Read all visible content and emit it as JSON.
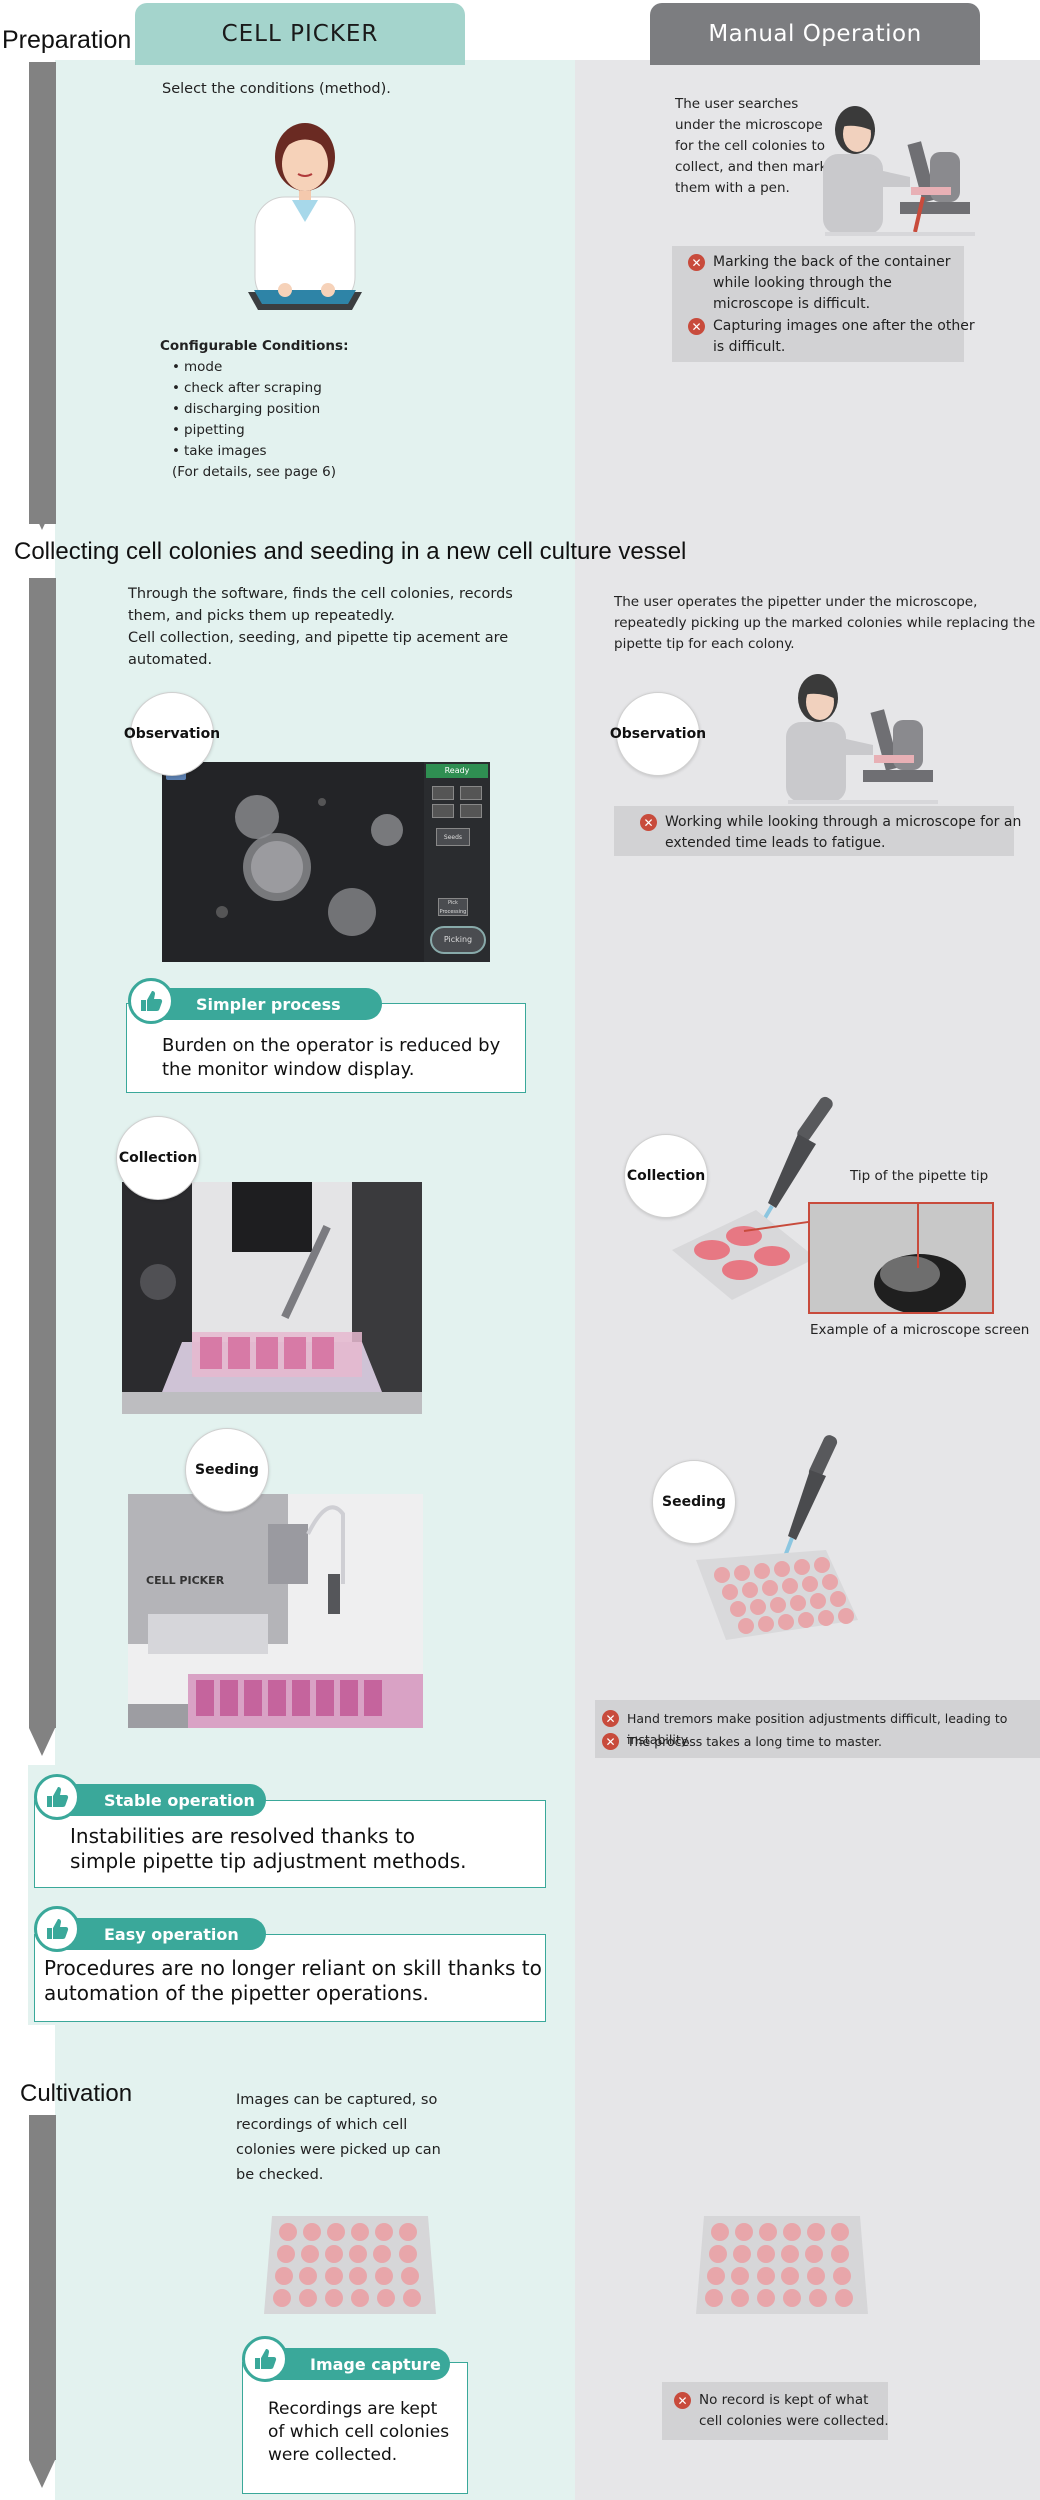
{
  "headers": {
    "left": "CELL PICKER",
    "right": "Manual Operation"
  },
  "sections": {
    "preparation": "Preparation",
    "collecting": "Collecting cell colonies and seeding in a new cell culture vessel",
    "cultivation": "Cultivation"
  },
  "preparation": {
    "select_text": "Select the conditions (method).",
    "conditions_title": "Configurable Conditions:",
    "conditions": [
      "mode",
      "check after scraping",
      "discharging position",
      "pipetting",
      "take images"
    ],
    "details_note": "(For details, see page 6)",
    "manual_text": [
      "The user searches",
      "under the microscope",
      "for the cell colonies to",
      "collect, and then marks",
      "them with a pen."
    ],
    "issues": [
      [
        "Marking the back of the container",
        "while looking through the",
        "microscope is difficult."
      ],
      [
        "Capturing images one after the other",
        "is difficult."
      ]
    ]
  },
  "collecting": {
    "intro": [
      "Through the software, finds the cell colonies, records",
      "them, and picks them up repeatedly.",
      "Cell collection, seeding, and pipette tip acement are",
      "automated."
    ],
    "manual_intro": [
      "The user operates the pipetter under the microscope,",
      "repeatedly picking up the marked colonies while replacing the",
      "pipette tip for each colony."
    ],
    "observation_label": "Observation",
    "collection_label": "Collection",
    "seeding_label": "Seeding",
    "screen": {
      "status": "Ready",
      "btn_mid": "Seeds",
      "btn_low": "Pick Processing",
      "btn_pick": "Picking"
    },
    "manual_observation_issue": [
      "Working while looking through a microscope for an",
      "extended time leads to fatigue."
    ],
    "tip_label": "Tip of the pipette tip",
    "screen_caption": "Example of a microscope screen",
    "machine_label": "CELL PICKER",
    "seeding_issues": [
      "Hand tremors make position adjustments difficult, leading to instability.",
      "The process takes a long time to master."
    ]
  },
  "benefits": {
    "simpler": {
      "tag": "Simpler process",
      "text": [
        "Burden on the operator is reduced by",
        "the monitor window display."
      ]
    },
    "stable": {
      "tag": "Stable operation",
      "text": [
        "Instabilities are resolved thanks to",
        "simple pipette tip adjustment methods."
      ]
    },
    "easy": {
      "tag": "Easy operation",
      "text": [
        "Procedures are no longer reliant on skill thanks to",
        "automation of the pipetter operations."
      ]
    },
    "image": {
      "tag": "Image capture",
      "text": [
        "Recordings are kept",
        "of which cell colonies",
        "were collected."
      ]
    }
  },
  "cultivation": {
    "text": [
      "Images can be captured, so",
      "recordings of which cell",
      "colonies were picked up can",
      "be checked."
    ],
    "issue": [
      "No record is kept of what",
      "cell colonies were collected."
    ]
  },
  "colors": {
    "teal": "#3aa89a",
    "teal_header": "#a4d4cc",
    "grey_header": "#7c7d80",
    "left_bg": "#e3f2ef",
    "right_bg": "#e6e6e8",
    "issue_red": "#c84b3c"
  }
}
